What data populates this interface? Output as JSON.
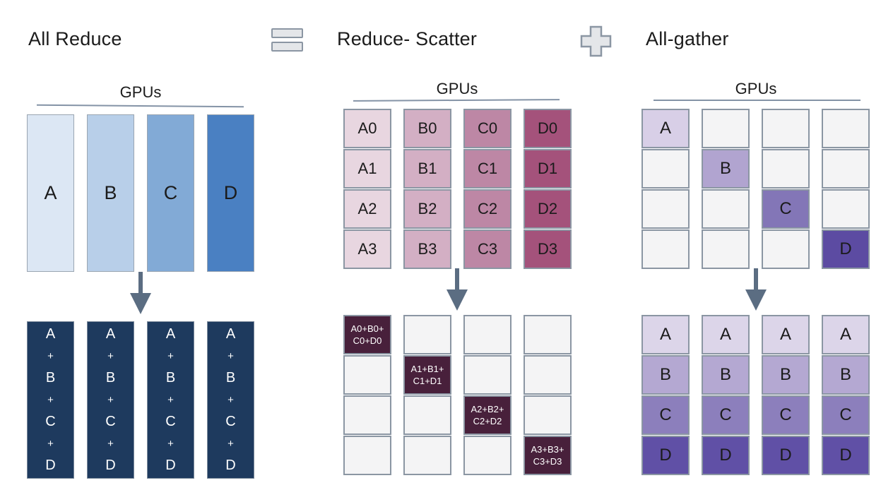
{
  "header": {
    "all_reduce_title": "All Reduce",
    "reduce_scatter_title": "Reduce- Scatter",
    "all_gather_title": "All-gather"
  },
  "colors": {
    "cell_border": "#8b96a3",
    "empty_cell": "#f4f4f5",
    "arrow": "#5b6d82",
    "gpus_line": "#8493a6",
    "operator_fill": "#e4e6e9",
    "operator_border": "#8b96a3",
    "navy": "#1e3a5e",
    "maroon": "#48203b"
  },
  "panels": {
    "all_reduce": {
      "gpus_label": "GPUs",
      "input_columns": [
        {
          "label": "A",
          "color": "#dce7f4"
        },
        {
          "label": "B",
          "color": "#b8cfe9"
        },
        {
          "label": "C",
          "color": "#82aad6"
        },
        {
          "label": "D",
          "color": "#4a80c2"
        }
      ],
      "output_columns": {
        "count": 4,
        "lines": [
          "A",
          "+",
          "B",
          "+",
          "C",
          "+",
          "D"
        ],
        "color": "#1e3a5e",
        "text_color": "#ffffff"
      }
    },
    "reduce_scatter": {
      "gpus_label": "GPUs",
      "input_grid": {
        "columns": [
          {
            "color": "#e8d6e0",
            "cells": [
              "A0",
              "A1",
              "A2",
              "A3"
            ]
          },
          {
            "color": "#d3afc4",
            "cells": [
              "B0",
              "B1",
              "B2",
              "B3"
            ]
          },
          {
            "color": "#bd87a5",
            "cells": [
              "C0",
              "C1",
              "C2",
              "C3"
            ]
          },
          {
            "color": "#a4527b",
            "cells": [
              "D0",
              "D1",
              "D2",
              "D3"
            ]
          }
        ]
      },
      "output_grid": {
        "rows": 4,
        "empty_color": "#f4f4f5",
        "filled_color": "#48203b",
        "columns": [
          {
            "filled_row": 0,
            "lines": [
              "A0+B0+",
              "C0+D0"
            ]
          },
          {
            "filled_row": 1,
            "lines": [
              "A1+B1+",
              "C1+D1"
            ]
          },
          {
            "filled_row": 2,
            "lines": [
              "A2+B2+",
              "C2+D2"
            ]
          },
          {
            "filled_row": 3,
            "lines": [
              "A3+B3+",
              "C3+D3"
            ]
          }
        ]
      }
    },
    "all_gather": {
      "gpus_label": "GPUs",
      "input_grid": {
        "rows": 4,
        "empty_color": "#f4f4f5",
        "columns": [
          {
            "filled_row": 0,
            "label": "A",
            "color": "#d8cfe7"
          },
          {
            "filled_row": 1,
            "label": "B",
            "color": "#b1a4d0"
          },
          {
            "filled_row": 2,
            "label": "C",
            "color": "#8376b7"
          },
          {
            "filled_row": 3,
            "label": "D",
            "color": "#5c4ba2"
          }
        ]
      },
      "output_grid": {
        "column_count": 4,
        "rows": [
          {
            "label": "A",
            "color": "#dcd5e9"
          },
          {
            "label": "B",
            "color": "#b4a8d2"
          },
          {
            "label": "C",
            "color": "#8c7fbc"
          },
          {
            "label": "D",
            "color": "#6050a6"
          }
        ]
      }
    }
  }
}
